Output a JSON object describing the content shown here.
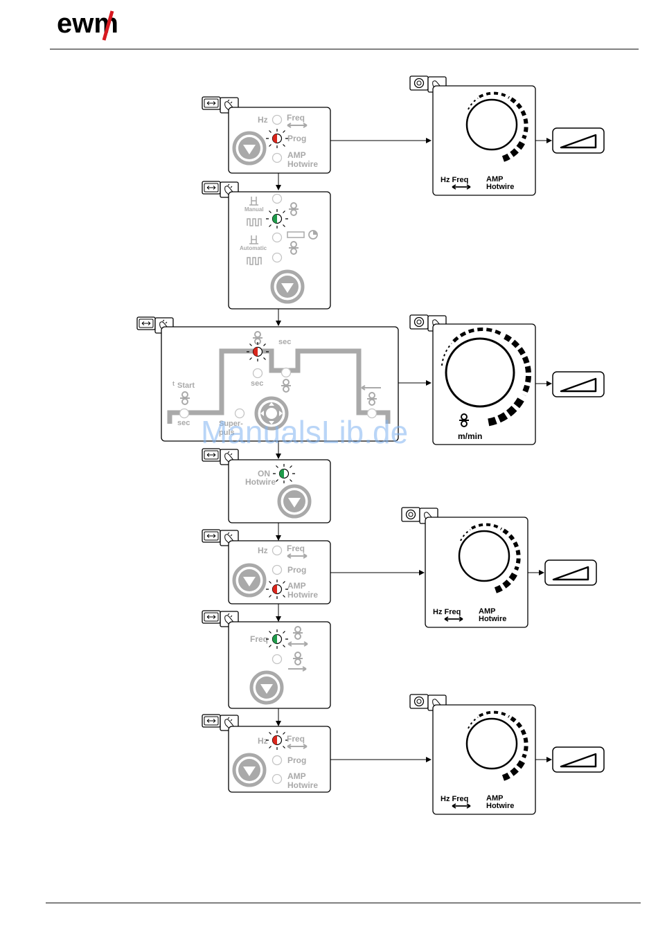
{
  "header": {
    "logo_text": "ewm"
  },
  "watermark": "ManualsLib.de",
  "panel1": {
    "hz": "Hz",
    "freq": "Freq",
    "prog": "Prog",
    "amp": "AMP",
    "hotwire": "Hotwire"
  },
  "panel2": {
    "manual": "Manual",
    "automatic": "Automatic"
  },
  "panel3": {
    "sec_top": "sec",
    "sec_mid": "sec",
    "sec_left": "sec",
    "t_start": "Start",
    "t_prefix": "t",
    "super": "Super-",
    "puls": "puls"
  },
  "panel4": {
    "on": "ON",
    "hotwire": "Hotwire"
  },
  "panel5": {
    "hz": "Hz",
    "freq": "Freq",
    "prog": "Prog",
    "amp": "AMP",
    "hotwire": "Hotwire"
  },
  "panel6": {
    "freq": "Freq"
  },
  "panel7": {
    "hz": "Hz",
    "freq": "Freq",
    "prog": "Prog",
    "amp": "AMP",
    "hotwire": "Hotwire"
  },
  "knob1": {
    "hz_freq": "Hz Freq",
    "amp": "AMP",
    "hotwire": "Hotwire"
  },
  "knob2": {
    "unit": "m/min"
  },
  "knob3": {
    "hz_freq": "Hz Freq",
    "amp": "AMP",
    "hotwire": "Hotwire"
  },
  "knob4": {
    "hz_freq": "Hz Freq",
    "amp": "AMP",
    "hotwire": "Hotwire"
  },
  "colors": {
    "led_red": "#d9261c",
    "led_green": "#1f9a4a",
    "panel_gray": "#a9a9a9",
    "brand_red": "#d71920"
  }
}
